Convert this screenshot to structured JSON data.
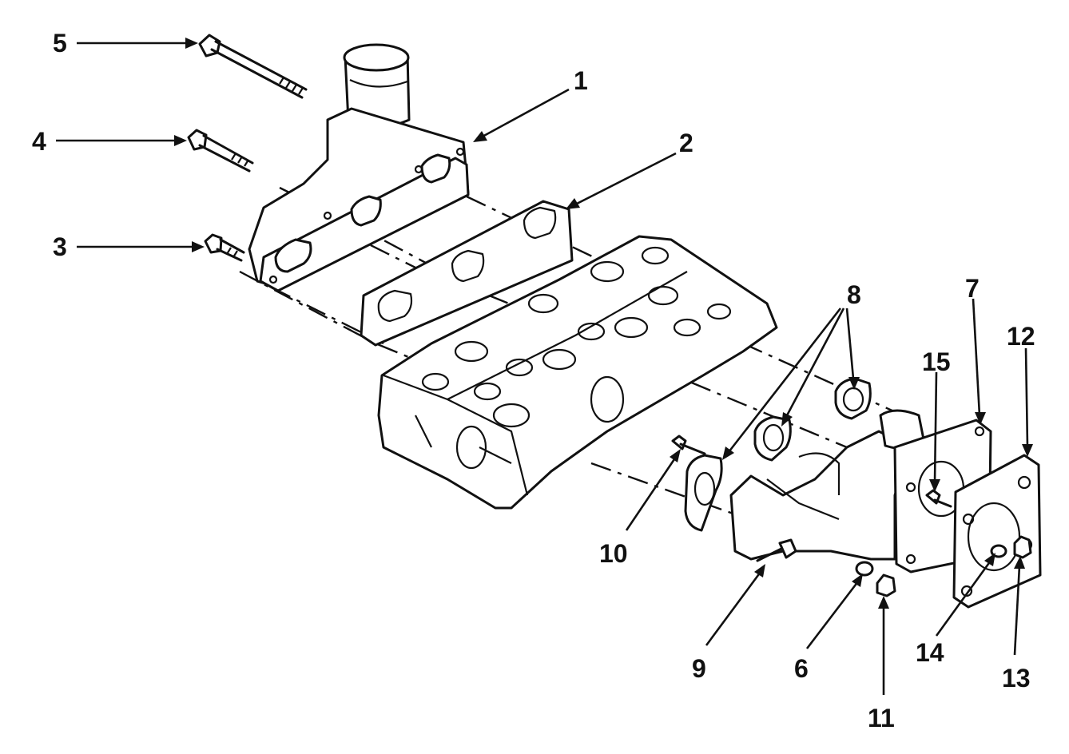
{
  "callouts": [
    "1",
    "2",
    "3",
    "4",
    "5",
    "6",
    "7",
    "8",
    "9",
    "10",
    "11",
    "12",
    "13",
    "14",
    "15"
  ],
  "colors": {
    "ink": "#111111",
    "paper": "#ffffff"
  }
}
